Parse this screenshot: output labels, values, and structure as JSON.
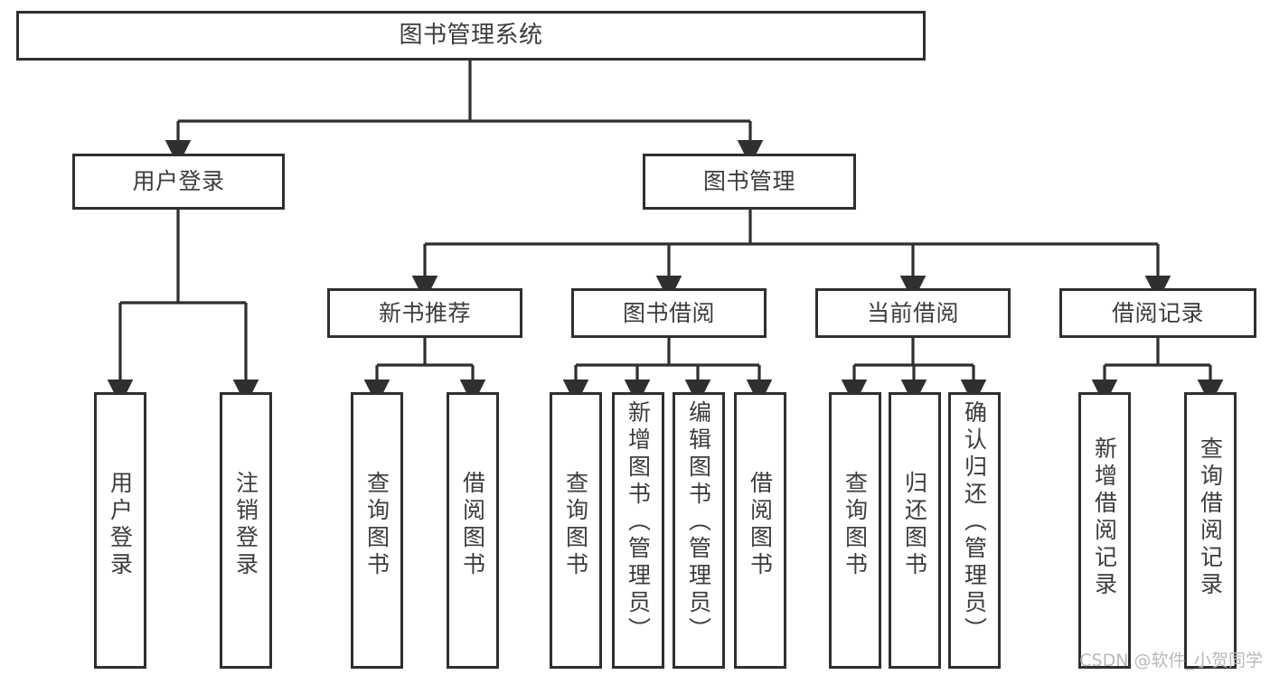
{
  "diagram": {
    "title": "图书管理系统",
    "watermark": "CSDN @软件_小贺同学",
    "colors": {
      "background": "#ffffff",
      "node_border": "#2f2f2f",
      "node_fill": "#ffffff",
      "edge": "#2f2f2f",
      "text": "#3c3c3c",
      "watermark": "#b9b9b9"
    },
    "nodes": {
      "root": {
        "label": "图书管理系统"
      },
      "level2": [
        {
          "label": "用户登录"
        },
        {
          "label": "图书管理"
        }
      ],
      "level3": [
        {
          "label": "新书推荐"
        },
        {
          "label": "图书借阅"
        },
        {
          "label": "当前借阅"
        },
        {
          "label": "借阅记录"
        }
      ],
      "leaves": {
        "user_login": [
          {
            "label": "用户登录"
          },
          {
            "label": "注销登录"
          }
        ],
        "new_book_recommend": [
          {
            "label": "查询图书"
          },
          {
            "label": "借阅图书"
          }
        ],
        "book_borrow": [
          {
            "label": "查询图书"
          },
          {
            "label": "新增图书（管理员）"
          },
          {
            "label": "编辑图书（管理员）"
          },
          {
            "label": "借阅图书"
          }
        ],
        "current_borrow": [
          {
            "label": "查询图书"
          },
          {
            "label": "归还图书"
          },
          {
            "label": "确认归还（管理员）"
          }
        ],
        "borrow_record": [
          {
            "label": "新增借阅记录"
          },
          {
            "label": "查询借阅记录"
          }
        ]
      }
    }
  }
}
